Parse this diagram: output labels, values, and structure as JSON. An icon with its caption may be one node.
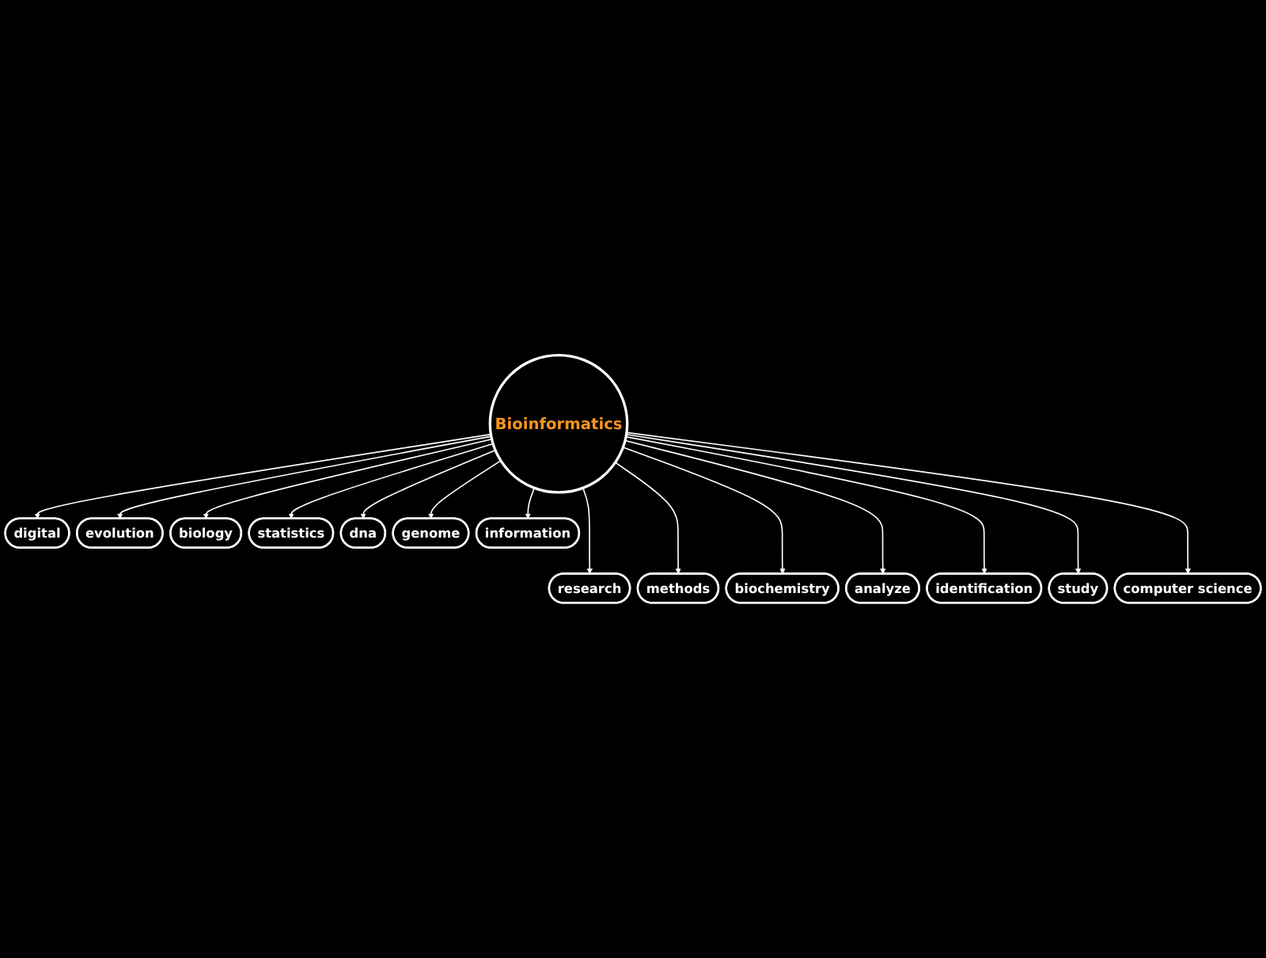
{
  "diagram": {
    "nodes": [
      {
        "text": [
          "Bioinformatics"
        ]
      },
      {
        "text": [
          "digital"
        ]
      },
      {
        "text": [
          "research"
        ]
      },
      {
        "text": [
          "evolution"
        ]
      },
      {
        "text": [
          "methods"
        ]
      },
      {
        "text": [
          "biology"
        ]
      },
      {
        "text": [
          "biochemistry"
        ]
      },
      {
        "text": [
          "statistics"
        ]
      },
      {
        "text": [
          "analyze"
        ]
      },
      {
        "text": [
          "dna"
        ]
      },
      {
        "text": [
          "identification"
        ]
      },
      {
        "text": [
          "genome"
        ]
      },
      {
        "text": [
          "study"
        ]
      },
      {
        "text": [
          "information"
        ]
      },
      {
        "text": [
          "computer science"
        ]
      }
    ],
    "edges": [
      {
        "from": 0,
        "to": 1,
        "arrow": "to"
      },
      {
        "from": 0,
        "to": 2,
        "arrow": "to"
      },
      {
        "from": 0,
        "to": 3,
        "arrow": "to"
      },
      {
        "from": 0,
        "to": 4,
        "arrow": "to"
      },
      {
        "from": 0,
        "to": 5,
        "arrow": "to"
      },
      {
        "from": 0,
        "to": 6,
        "arrow": "to"
      },
      {
        "from": 0,
        "to": 7,
        "arrow": "to"
      },
      {
        "from": 0,
        "to": 8,
        "arrow": "to"
      },
      {
        "from": 0,
        "to": 9,
        "arrow": "to"
      },
      {
        "from": 0,
        "to": 10,
        "arrow": "to"
      },
      {
        "from": 0,
        "to": 11,
        "arrow": "to"
      },
      {
        "from": 0,
        "to": 12,
        "arrow": "to"
      },
      {
        "from": 0,
        "to": 13,
        "arrow": "to"
      },
      {
        "from": 0,
        "to": 14,
        "arrow": "to"
      }
    ]
  }
}
